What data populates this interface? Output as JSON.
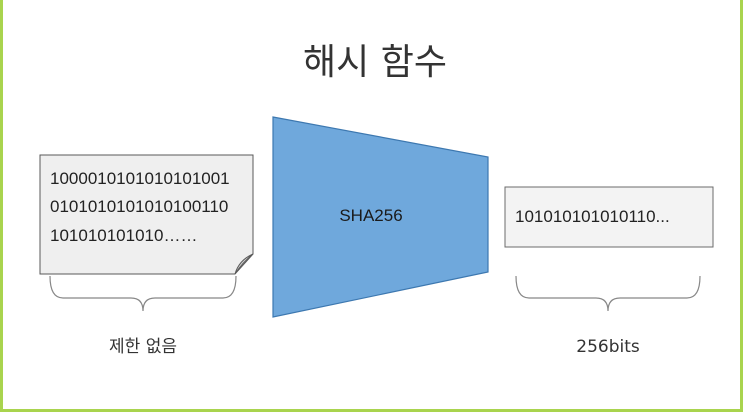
{
  "title": "해시 함수",
  "input": {
    "lines": [
      "1000010101010101001",
      "0101010101010100110",
      "101010101010……"
    ],
    "label": "제한 없음"
  },
  "function": {
    "label": "SHA256"
  },
  "output": {
    "value": "101010101010110...",
    "label": "256bits"
  },
  "colors": {
    "frame_border": "#a9d44e",
    "function_fill": "#6fa8dc",
    "function_stroke": "#3d78b0",
    "box_fill": "#efefef",
    "box_stroke": "#595959",
    "brace_stroke": "#888888"
  }
}
